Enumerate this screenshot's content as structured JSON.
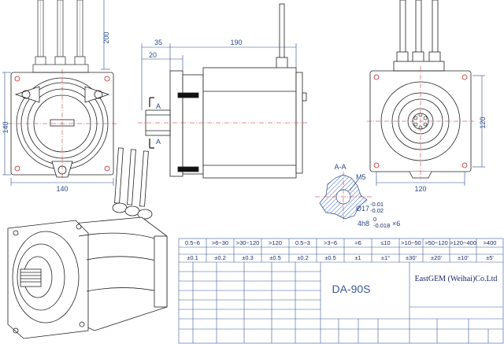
{
  "title_block": {
    "model": "DA-90S",
    "company": "EastGEM (Weihai)Co.Ltd"
  },
  "dimensions": {
    "left_height": "140",
    "left_width": "140",
    "cable_length": "200",
    "side_35": "35",
    "side_20": "20",
    "side_190": "190",
    "right_height": "120",
    "right_width": "120",
    "section_label_top": "A",
    "section_label_bottom": "A",
    "section_title": "A-A",
    "thread": "M5",
    "shaft_dia": "Ø17",
    "shaft_tol_upper": "-0.01",
    "shaft_tol_lower": "-0.02",
    "key_spec": "4h8",
    "key_tol_upper": "0",
    "key_tol_lower": "-0.018",
    "key_count": "×6"
  },
  "tolerance_table": {
    "ranges": [
      "0.5~6",
      ">6~30",
      ">30~120",
      ">120",
      "0.5~3",
      ">3~6",
      ">6",
      "≤10",
      ">10~50",
      ">50~120",
      ">120~400",
      ">400"
    ],
    "values": [
      "±0.1",
      "±0.2",
      "±0.3",
      "±0.5",
      "±0.2",
      "±0.5",
      "±1",
      "±1°",
      "±30'",
      "±20'",
      "±10'",
      "±5'"
    ]
  }
}
